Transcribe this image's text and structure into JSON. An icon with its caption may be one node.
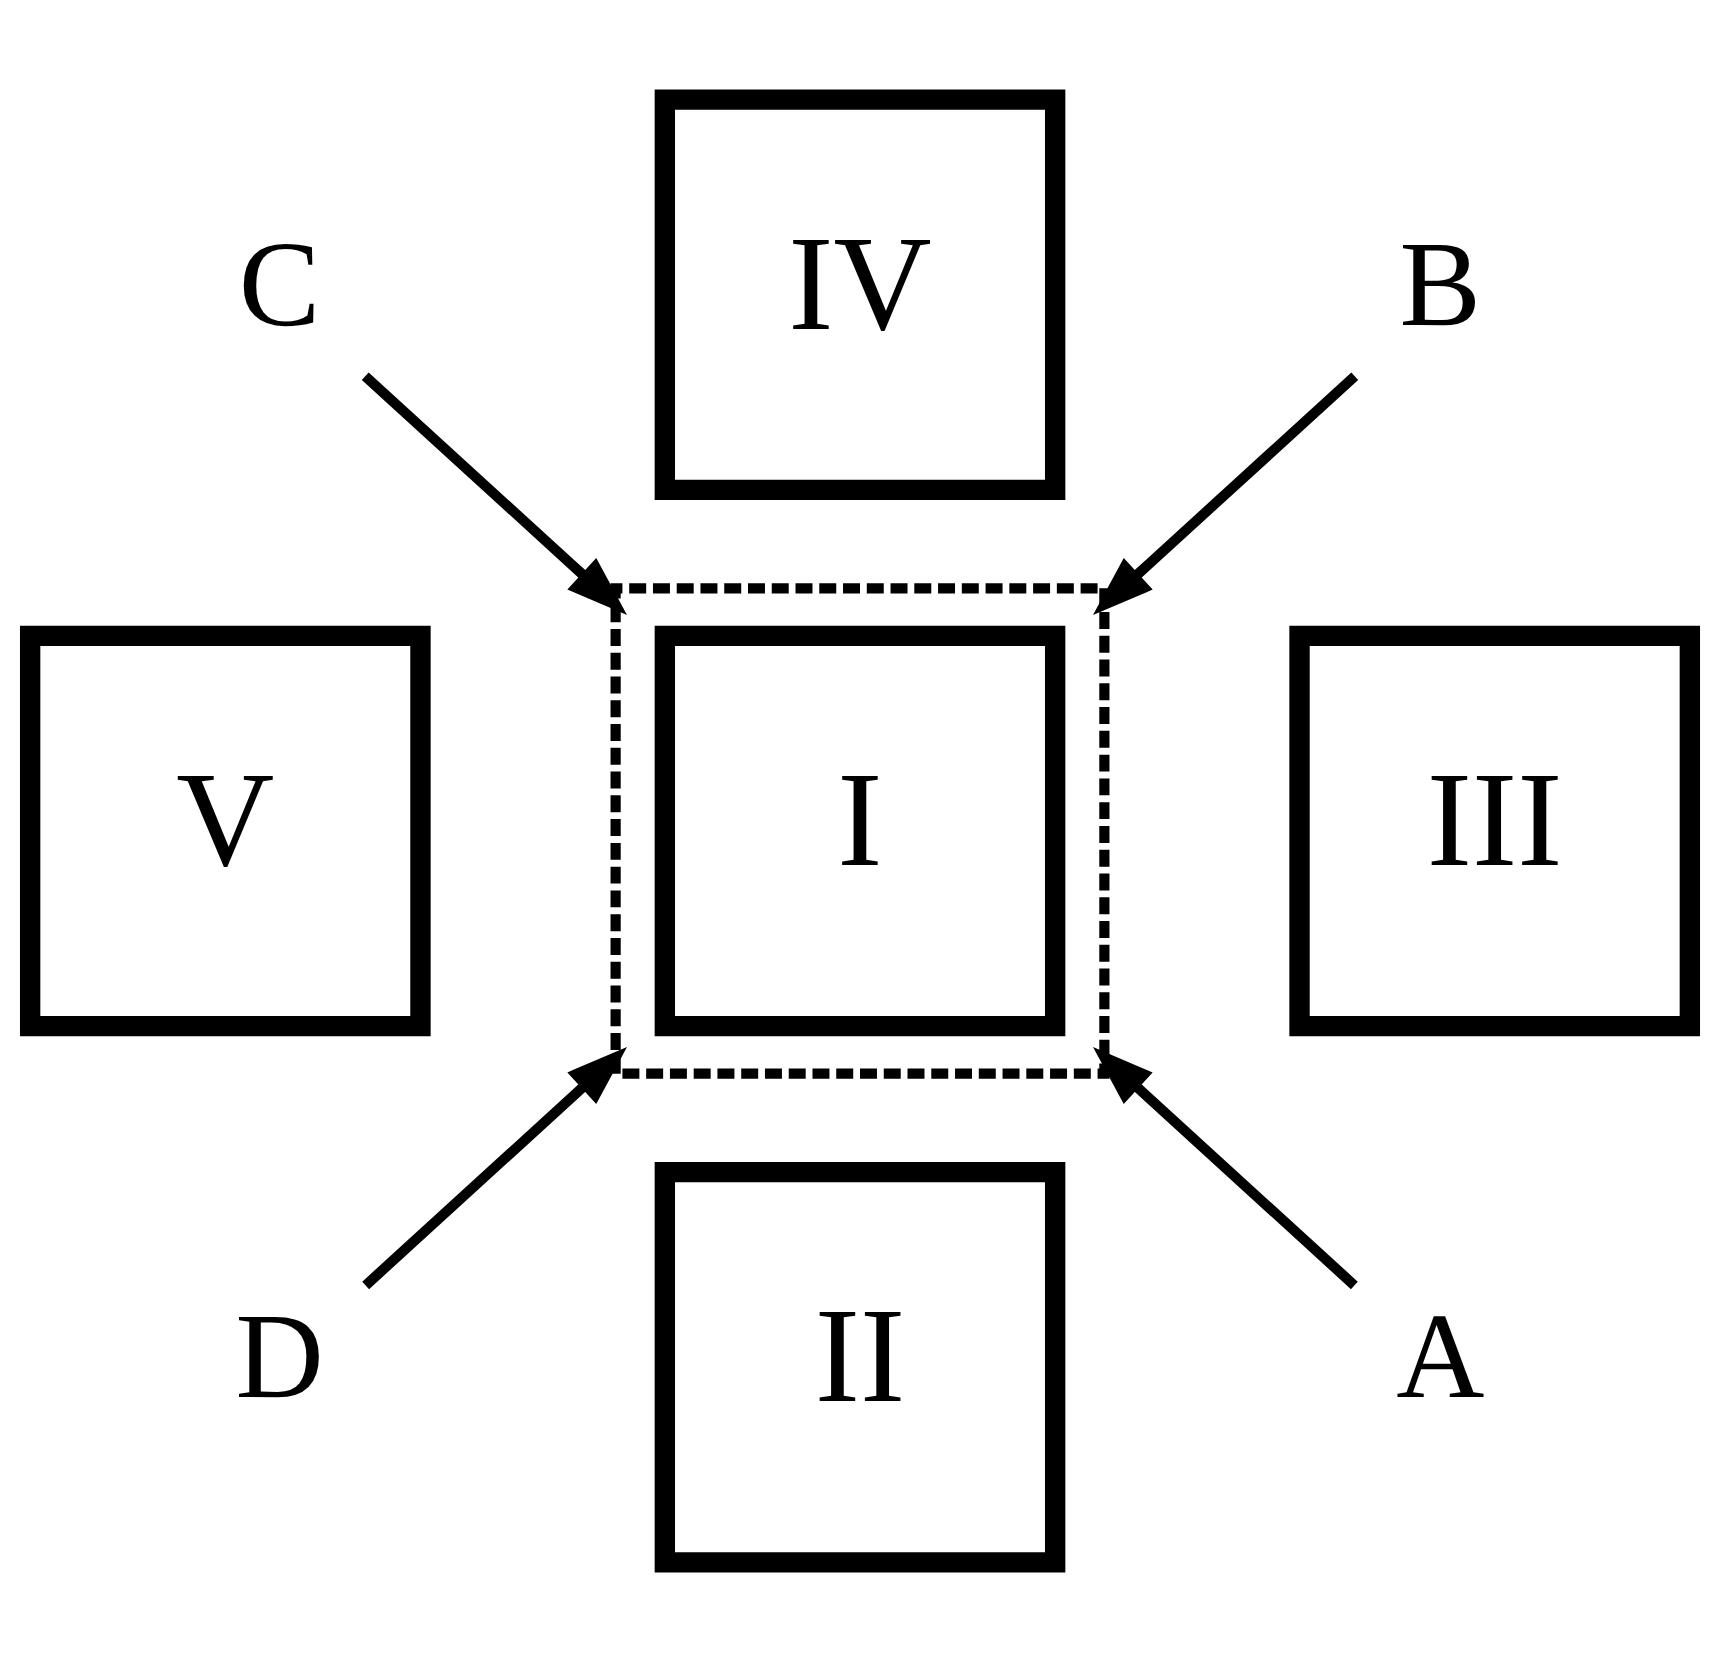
{
  "diagram": {
    "nodes": [
      {
        "text": [
          "IV"
        ]
      },
      {
        "text": [
          "C"
        ]
      },
      {
        "text": [
          "B"
        ]
      },
      {
        "text": [],
        "shape": "box"
      },
      {
        "text": [
          "I"
        ],
        "in": 3
      },
      {
        "text": [
          "V"
        ]
      },
      {
        "text": [
          "III"
        ]
      },
      {
        "text": [
          "D"
        ]
      },
      {
        "text": [
          "A"
        ]
      },
      {
        "text": [
          "II"
        ]
      }
    ],
    "edges": [
      {
        "from": 1,
        "to": 3,
        "arrow": "to"
      },
      {
        "from": 2,
        "to": 3,
        "arrow": "to"
      },
      {
        "from": 8,
        "to": 3,
        "arrow": "to"
      },
      {
        "from": 7,
        "to": 3,
        "arrow": "to"
      }
    ]
  }
}
